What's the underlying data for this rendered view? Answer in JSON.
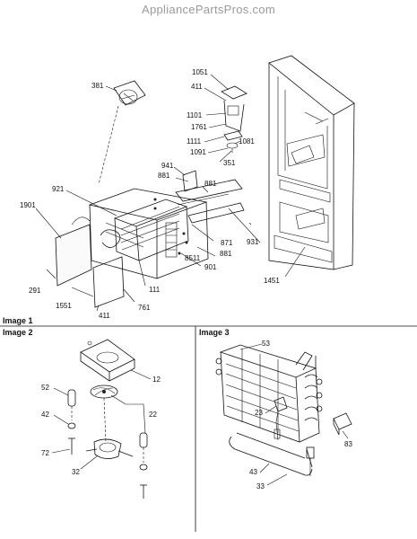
{
  "watermark": "AppliancePartsPros.com",
  "images": [
    {
      "label": "Image 1"
    },
    {
      "label": "Image 2"
    },
    {
      "label": "Image 3"
    }
  ],
  "callouts_image1": [
    "381",
    "1051",
    "411",
    "1101",
    "1761",
    "1111",
    "1081",
    "1091",
    "351",
    "941",
    "881",
    "921",
    "881",
    "1901",
    "871",
    "931",
    "881",
    "8511",
    "901",
    "111",
    "291",
    "1551",
    "761",
    "411",
    "1451"
  ],
  "callouts_image2": [
    "12",
    "52",
    "22",
    "42",
    "72",
    "32"
  ],
  "callouts_image3": [
    "53",
    "23",
    "83",
    "43",
    "33"
  ]
}
